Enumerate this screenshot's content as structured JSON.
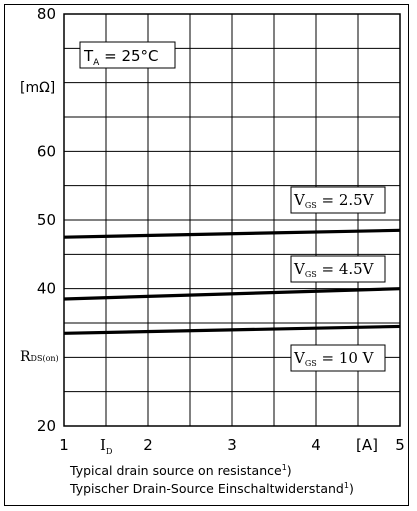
{
  "chart_data": {
    "type": "line",
    "title": "",
    "xlabel": "I_D",
    "xlabel_main": "I",
    "xlabel_sub": "D",
    "xunit": "[A]",
    "ylabel": "R_DS(on)",
    "ylabel_main": "R",
    "ylabel_sub": "DS(on)",
    "yunit": "[mΩ]",
    "xlim": [
      1,
      5
    ],
    "ylim": [
      20,
      80
    ],
    "xticks": [
      "1",
      "2",
      "3",
      "4",
      "5"
    ],
    "yticks": [
      "20",
      "40",
      "50",
      "60",
      "80"
    ],
    "grid": true,
    "condition": {
      "main": "T",
      "sub": "A",
      "rest": " = 25°C"
    },
    "series": [
      {
        "name": "V_GS = 2.5V",
        "label_main": "V",
        "label_sub": "GS",
        "label_rest": " = 2.5V",
        "x": [
          1,
          5
        ],
        "y": [
          47.5,
          48.5
        ]
      },
      {
        "name": "V_GS = 4.5V",
        "label_main": "V",
        "label_sub": "GS",
        "label_rest": " = 4.5V",
        "x": [
          1,
          5
        ],
        "y": [
          38.5,
          40
        ]
      },
      {
        "name": "V_GS = 10 V",
        "label_main": "V",
        "label_sub": "GS",
        "label_rest": " = 10 V",
        "x": [
          1,
          5
        ],
        "y": [
          33.5,
          34.5
        ]
      }
    ]
  },
  "captions": {
    "line1": "Typical drain source on resistance",
    "line1_sup": "1",
    "line1_end": ")",
    "line2": "Typischer Drain-Source Einschaltwiderstand",
    "line2_sup": "1",
    "line2_end": ")"
  }
}
